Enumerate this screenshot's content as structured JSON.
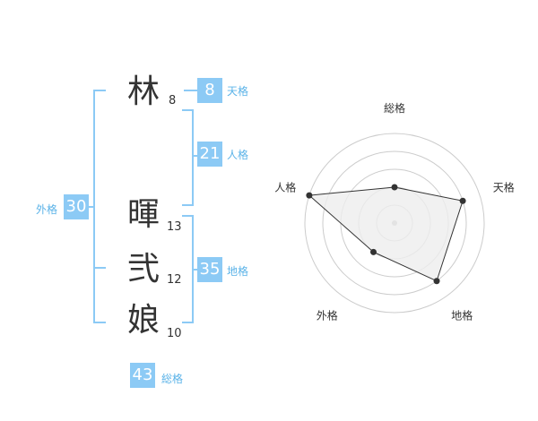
{
  "name": {
    "characters": [
      {
        "char": "林",
        "strokes": "8"
      },
      {
        "char": "暉",
        "strokes": "13"
      },
      {
        "char": "弐",
        "strokes": "12"
      },
      {
        "char": "娘",
        "strokes": "10"
      }
    ]
  },
  "fortunes": {
    "tenkaku": {
      "label": "天格",
      "value": "8"
    },
    "jinkaku": {
      "label": "人格",
      "value": "21"
    },
    "chikaku": {
      "label": "地格",
      "value": "35"
    },
    "gaikaku": {
      "label": "外格",
      "value": "30"
    },
    "soukaku": {
      "label": "総格",
      "value": "43"
    }
  },
  "chart_data": {
    "type": "radar",
    "axes": [
      "総格",
      "天格",
      "地格",
      "外格",
      "人格"
    ],
    "values": [
      2,
      4,
      4,
      2,
      5
    ],
    "max": 5,
    "rings": 5,
    "colors": {
      "ring": "#cccccc",
      "fill": "#eeeeee",
      "line": "#333333",
      "point": "#333333",
      "center": "#bbbbbb"
    }
  }
}
